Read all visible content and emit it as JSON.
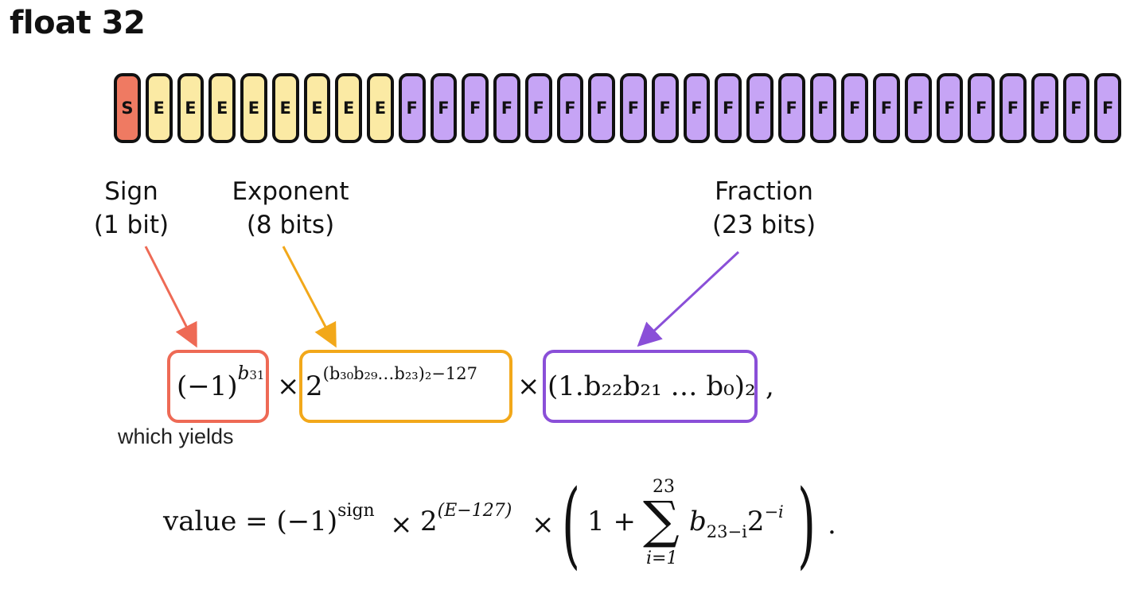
{
  "title": "float 32",
  "bits": {
    "sign_letter": "S",
    "exponent_letter": "E",
    "fraction_letter": "F",
    "sign_count": 1,
    "exponent_count": 8,
    "fraction_count": 23,
    "colors": {
      "sign": "#ef7a62",
      "exponent": "#fbeaa4",
      "fraction": "#c6a4f5"
    }
  },
  "labels": {
    "sign": [
      "Sign",
      "(1 bit)"
    ],
    "exponent": [
      "Exponent",
      "(8 bits)"
    ],
    "fraction": [
      "Fraction",
      "(23 bits)"
    ]
  },
  "colors": {
    "sign_accent": "#ee6a55",
    "exponent_accent": "#f2a81a",
    "fraction_accent": "#8a4fd8"
  },
  "formula1": {
    "sign_base": "(−1)",
    "sign_exp": "b",
    "sign_exp_sub": "31",
    "times": "×",
    "exp_base": "2",
    "exp_power": "(b₃₀b₂₉…b₂₃)₂−127",
    "frac_text": "(1.b₂₂b₂₁ … b₀)₂",
    "trailing": ","
  },
  "connector": "which yields",
  "formula2": {
    "lhs": "value = (−1)",
    "sign_exp": "sign",
    "times": "×",
    "two": "2",
    "two_exp": "(E−127)",
    "sum_upper": "23",
    "sum_lower": "i=1",
    "sigma": "∑",
    "one_plus": "1 +",
    "term": "b",
    "term_sub": "23−i",
    "term_two": "2",
    "term_exp": "−i",
    "end": "."
  }
}
